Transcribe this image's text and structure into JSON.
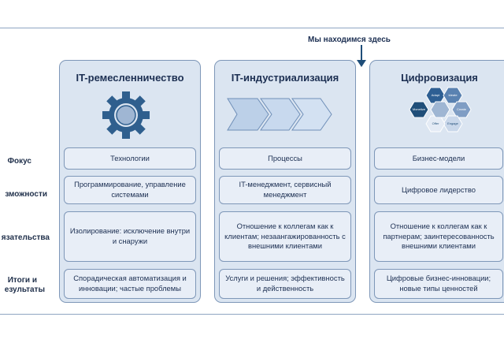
{
  "marker": {
    "label": "Мы находимся здесь"
  },
  "row_labels": [
    "Фокус",
    "зможности",
    "язательства",
    "Итоги и",
    "езультаты"
  ],
  "columns": [
    {
      "title": "IT-ремесленничество",
      "cells": [
        "Технологии",
        "Программирование, управление системами",
        "Изолирование: исключение внутри и снаружи",
        "Спорадическая автоматизация и инновации; частые проблемы"
      ]
    },
    {
      "title": "IT-индустриализация",
      "cells": [
        "Процессы",
        "IT-менеджмент, сервисный менеджмент",
        "Отношение к коллегам как к клиентам; незаангажированность с внешними клиентами",
        "Услуги и решения; эффективность и действенность"
      ]
    },
    {
      "title": "Цифровизация",
      "cells": [
        "Бизнес-модели",
        "Цифровое лидерство",
        "Отношение к коллегам как к партнерам; заинтересованность внешними клиентами",
        "Цифровые бизнес-инновации; новые типы ценностей"
      ]
    }
  ],
  "hex_labels": [
    "Adapt",
    "Ideate",
    "Create",
    "Engage",
    "Offer",
    "Monetize"
  ],
  "colors": {
    "panel": "#dbe5f1",
    "border": "#7e97b8",
    "dark_blue": "#1f4e79",
    "gear": "#2f5f8e"
  }
}
